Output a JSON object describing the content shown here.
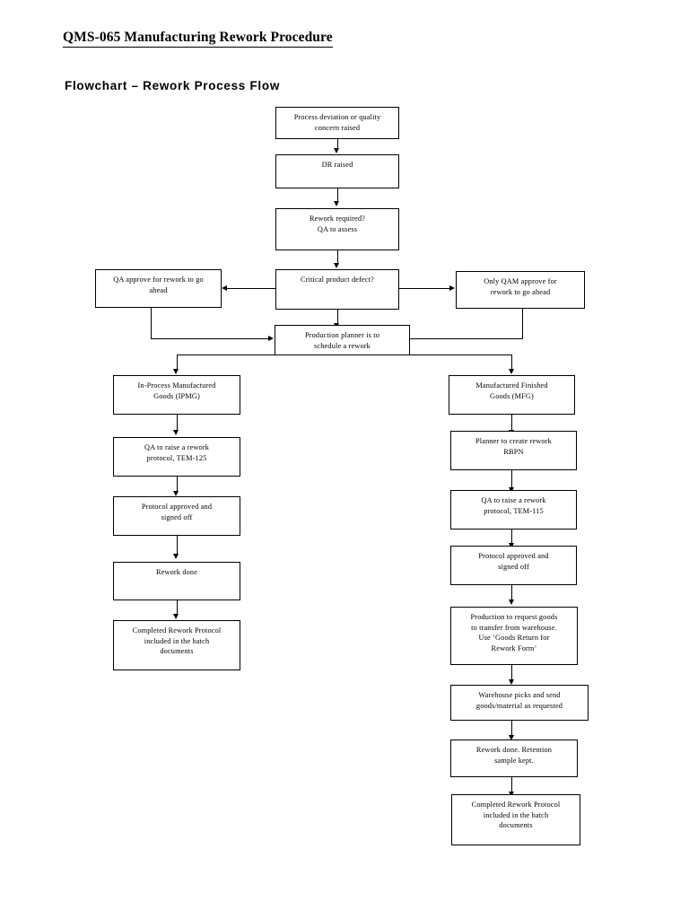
{
  "document": {
    "title": "QMS-065 Manufacturing Rework Procedure",
    "section_heading": "Flowchart  –  Rework Process Flow"
  },
  "chart_data": {
    "type": "diagram",
    "diagram_kind": "flowchart",
    "title": "Flowchart – Rework Process Flow",
    "orientation": "top-to-bottom",
    "nodes": [
      {
        "id": "n1",
        "label": "Process deviation or quality concern raised"
      },
      {
        "id": "n2",
        "label": "DR raised"
      },
      {
        "id": "n3",
        "label": "Rework required?\nQA to assess"
      },
      {
        "id": "n4",
        "label": "Critical product defect?"
      },
      {
        "id": "n5",
        "label": "QA approve for rework to go ahead"
      },
      {
        "id": "n6",
        "label": "Only QAM approve for rework to go ahead"
      },
      {
        "id": "n7",
        "label": "Production planner is to schedule a rework"
      },
      {
        "id": "n8",
        "label": "In-Process Manufactured Goods (IPMG)"
      },
      {
        "id": "n9",
        "label": "Manufactured Finished Goods (MFG)"
      },
      {
        "id": "n10",
        "label": "QA to raise a rework protocol, TEM-125"
      },
      {
        "id": "n11",
        "label": "Planner to create rework RBPN"
      },
      {
        "id": "n12",
        "label": "Protocol approved and signed off"
      },
      {
        "id": "n13",
        "label": "QA to raise a rework protocol, TEM-115"
      },
      {
        "id": "n14",
        "label": "Rework done"
      },
      {
        "id": "n15",
        "label": "Protocol approved and signed off"
      },
      {
        "id": "n16",
        "label": "Completed Rework Protocol included in the batch documents"
      },
      {
        "id": "n17",
        "label": "Production to request goods to transfer from warehouse. Use ‘Goods Return for Rework Form’"
      },
      {
        "id": "n18",
        "label": "Warehouse picks and send goods/material as requested"
      },
      {
        "id": "n19",
        "label": "Rework done. Retention sample kept."
      },
      {
        "id": "n20",
        "label": "Completed Rework Protocol included in the batch documents"
      }
    ],
    "edges": [
      {
        "from": "n1",
        "to": "n2"
      },
      {
        "from": "n2",
        "to": "n3"
      },
      {
        "from": "n3",
        "to": "n4"
      },
      {
        "from": "n4",
        "to": "n5"
      },
      {
        "from": "n4",
        "to": "n6"
      },
      {
        "from": "n4",
        "to": "n7"
      },
      {
        "from": "n5",
        "to": "n7"
      },
      {
        "from": "n6",
        "to": "n7"
      },
      {
        "from": "n7",
        "to": "n8"
      },
      {
        "from": "n7",
        "to": "n9"
      },
      {
        "from": "n8",
        "to": "n10"
      },
      {
        "from": "n10",
        "to": "n12"
      },
      {
        "from": "n12",
        "to": "n14"
      },
      {
        "from": "n14",
        "to": "n16"
      },
      {
        "from": "n9",
        "to": "n11"
      },
      {
        "from": "n11",
        "to": "n13"
      },
      {
        "from": "n13",
        "to": "n15"
      },
      {
        "from": "n15",
        "to": "n17"
      },
      {
        "from": "n17",
        "to": "n18"
      },
      {
        "from": "n18",
        "to": "n19"
      },
      {
        "from": "n19",
        "to": "n20"
      }
    ]
  },
  "nodes": {
    "n1": {
      "line1": "Process deviation or quality",
      "line2": "concern raised"
    },
    "n2": {
      "line1": "DR raised"
    },
    "n3": {
      "line1": "Rework required?",
      "line2": "QA to assess"
    },
    "n4": {
      "line1": "Critical product defect?"
    },
    "n5": {
      "line1": "QA approve for rework to go",
      "line2": "ahead"
    },
    "n6": {
      "line1": "Only QAM approve for",
      "line2": "rework to go ahead"
    },
    "n7": {
      "line1": "Production planner is to",
      "line2": "schedule a rework"
    },
    "n8": {
      "line1": "In-Process Manufactured",
      "line2": "Goods (IPMG)"
    },
    "n9": {
      "line1": "Manufactured Finished",
      "line2": "Goods (MFG)"
    },
    "n10": {
      "line1": "QA to raise a rework",
      "line2": "protocol, TEM-125"
    },
    "n11": {
      "line1": "Planner to create rework",
      "line2": "RBPN"
    },
    "n12": {
      "line1": "Protocol approved and",
      "line2": "signed off"
    },
    "n13": {
      "line1": "QA to raise a rework",
      "line2": "protocol, TEM-115"
    },
    "n14": {
      "line1": "Rework done"
    },
    "n15": {
      "line1": "Protocol approved and",
      "line2": "signed off"
    },
    "n16": {
      "line1": "Completed Rework Protocol",
      "line2": "included in the batch",
      "line3": "documents"
    },
    "n17": {
      "line1": "Production to request goods",
      "line2": "to transfer from warehouse.",
      "line3": "Use ‘Goods Return for",
      "line4": "Rework Form’"
    },
    "n18": {
      "line1": "Warehouse picks and send",
      "line2": "goods/material as requested"
    },
    "n19": {
      "line1": "Rework done. Retention",
      "line2": "sample kept."
    },
    "n20": {
      "line1": "Completed Rework Protocol",
      "line2": "included in the batch",
      "line3": "documents"
    }
  }
}
